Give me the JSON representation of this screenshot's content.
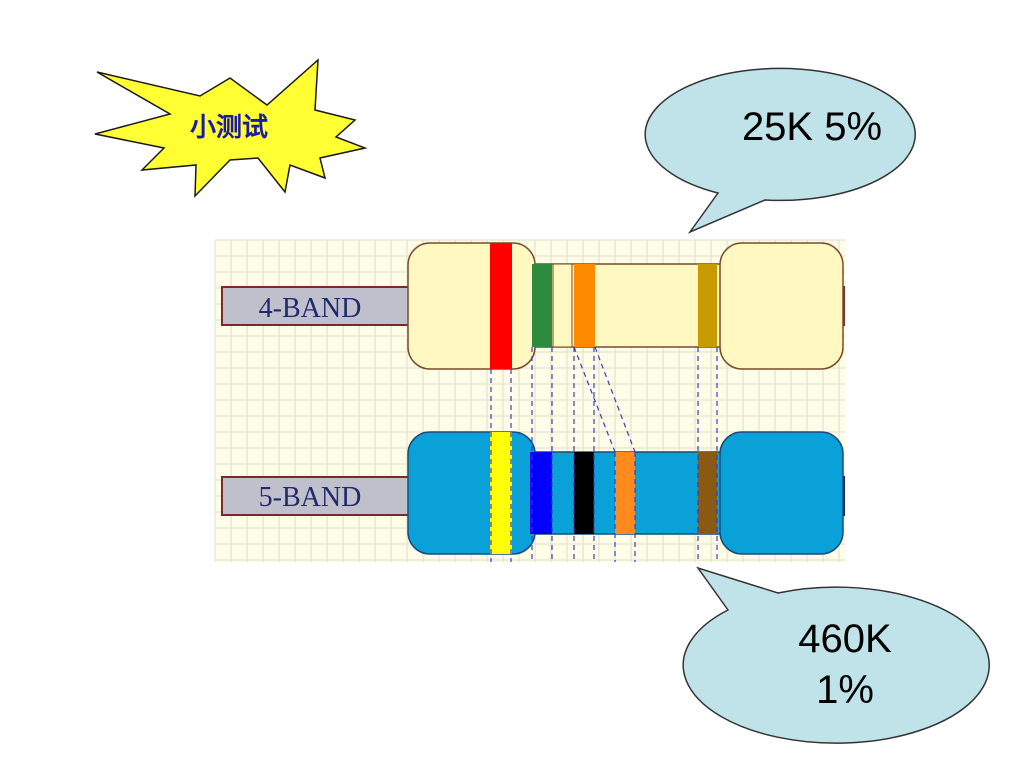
{
  "burst": {
    "text": "小测试",
    "fill": "#ffff33",
    "text_color": "#1a1aa6"
  },
  "callouts": {
    "four_band": {
      "text": "25K  5%"
    },
    "five_band": {
      "line1": "460K",
      "line2": "1%"
    }
  },
  "resistors": {
    "four_band": {
      "label": "4-BAND",
      "body_color": "#fff8c0",
      "bands": [
        "#ff0000",
        "#2e8b3e",
        "#fff8c0",
        "#ff8a00",
        "#c79a00"
      ]
    },
    "five_band": {
      "label": "5-BAND",
      "body_color": "#0aa0d8",
      "bands": [
        "#ffff00",
        "#0000ff",
        "#000000",
        "#ff8a1e",
        "#8b5a12"
      ]
    }
  },
  "colors": {
    "bubble_fill": "#bfe3e8",
    "label_box": "#c0c0cc",
    "grid_bg": "#fdfde8",
    "grid_line": "#e0e0c8"
  }
}
